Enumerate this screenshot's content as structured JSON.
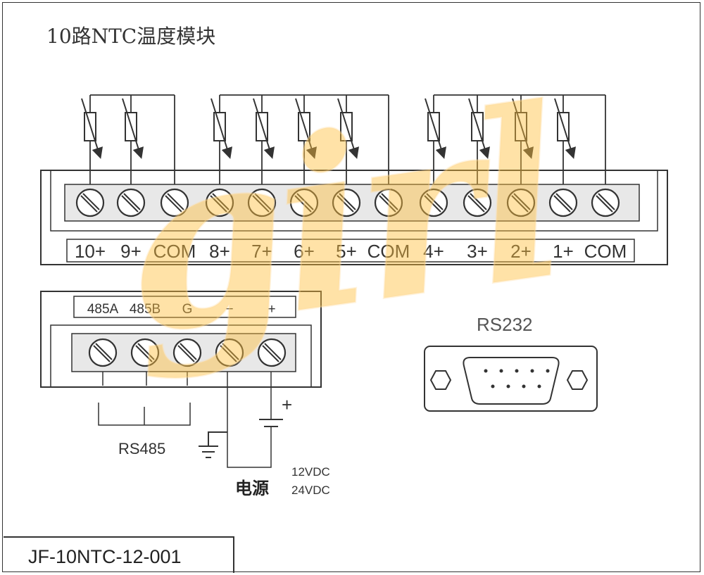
{
  "title": "10路NTC温度模块",
  "terminal_top": [
    "10+",
    "9+",
    "COM",
    "8+",
    "7+",
    "6+",
    "5+",
    "COM",
    "4+",
    "3+",
    "2+",
    "1+",
    "COM"
  ],
  "terminal_bottom": [
    "485A",
    "485B",
    "G",
    "−",
    "+"
  ],
  "rs232_label": "RS232",
  "rs485_label": "RS485",
  "power_label": "电源",
  "power_voltages": [
    "12VDC",
    "24VDC"
  ],
  "power_plus": "+",
  "model_code": "JF-10NTC-12-001",
  "watermark": "girl",
  "colors": {
    "line": "#333333",
    "watermark": "#ffbe3c"
  }
}
